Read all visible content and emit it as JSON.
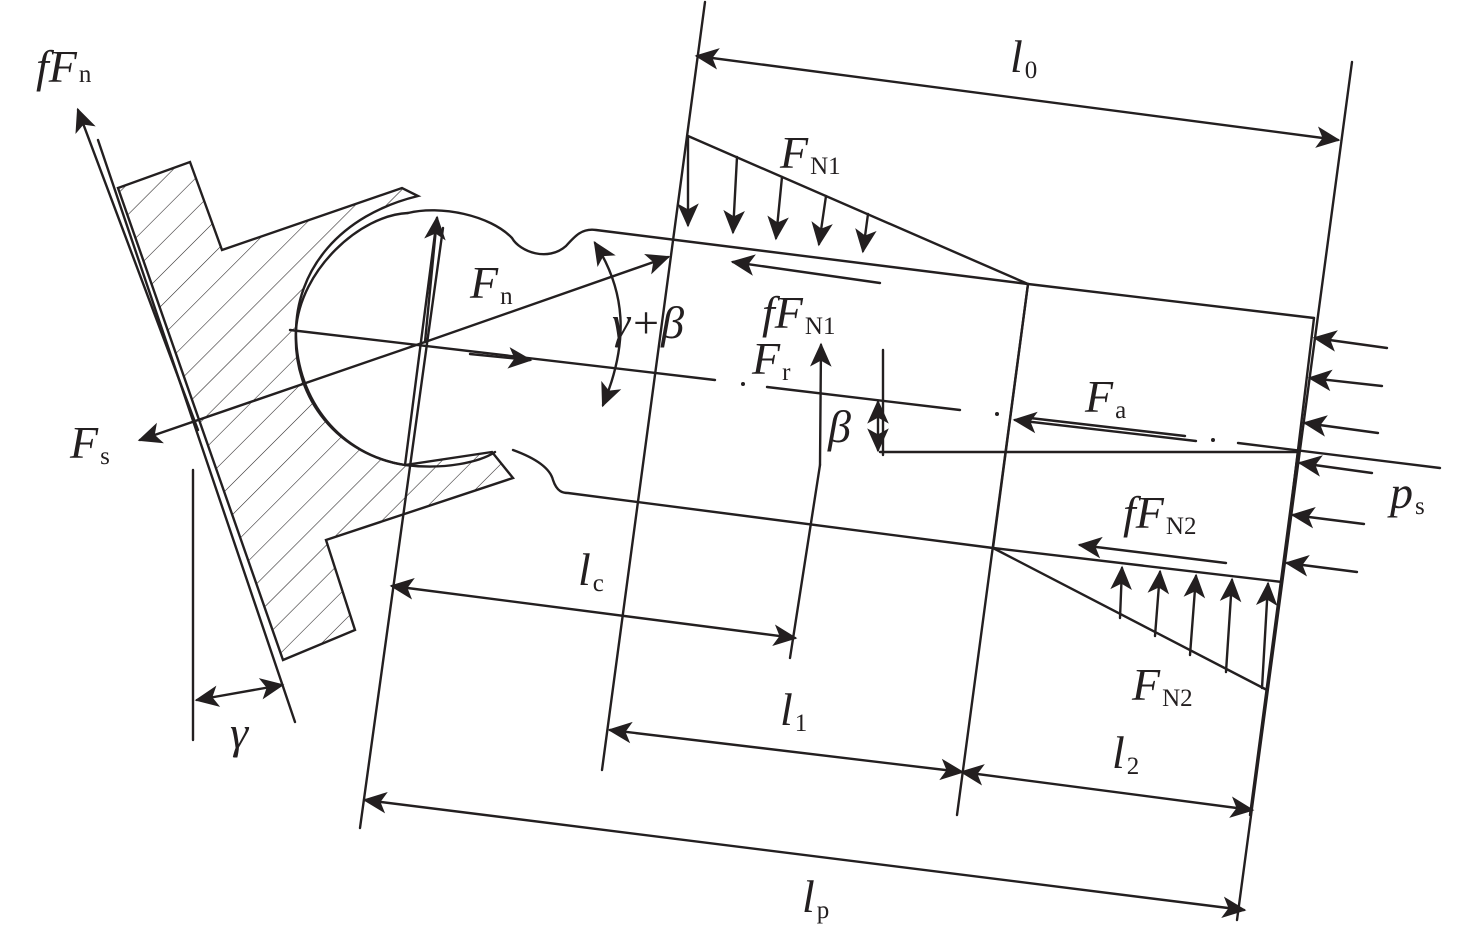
{
  "labels": {
    "fFn": {
      "main": "fF",
      "sub": "n"
    },
    "Fn": {
      "main": "F",
      "sub": "n"
    },
    "Fs": {
      "main": "F",
      "sub": "s"
    },
    "FN1": {
      "main": "F",
      "sub": "N1"
    },
    "fFN1": {
      "main": "fF",
      "sub": "N1"
    },
    "Fr": {
      "main": "F",
      "sub": "r"
    },
    "Fa": {
      "main": "F",
      "sub": "a"
    },
    "ps": {
      "main": "p",
      "sub": "s"
    },
    "fFN2": {
      "main": "fF",
      "sub": "N2"
    },
    "FN2": {
      "main": "F",
      "sub": "N2"
    },
    "gamma_beta": "γ+β",
    "beta": "β",
    "gamma": "γ",
    "l0": {
      "main": "l",
      "sub": "0"
    },
    "lc": {
      "main": "l",
      "sub": "c"
    },
    "l1": {
      "main": "l",
      "sub": "1"
    },
    "l2": {
      "main": "l",
      "sub": "2"
    },
    "lp": {
      "main": "l",
      "sub": "p"
    }
  },
  "colors": {
    "ink": "#231f20",
    "background": "#ffffff"
  }
}
